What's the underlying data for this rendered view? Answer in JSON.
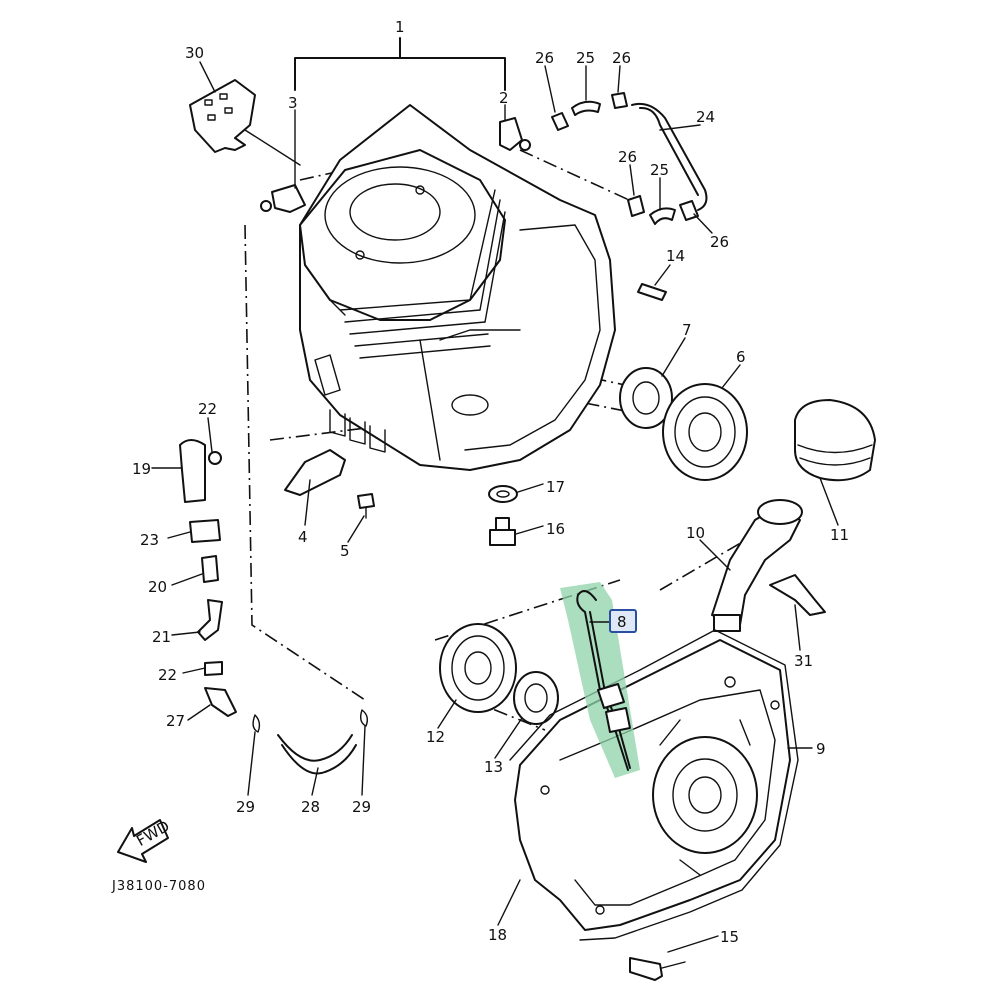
{
  "diagram": {
    "drawing_code": "J38100-7080",
    "direction_label": "FWD",
    "highlighted_part": "8",
    "callouts": [
      "1",
      "2",
      "3",
      "4",
      "5",
      "6",
      "7",
      "8",
      "9",
      "10",
      "11",
      "12",
      "13",
      "14",
      "15",
      "16",
      "17",
      "18",
      "19",
      "20",
      "21",
      "22",
      "22",
      "23",
      "24",
      "25",
      "25",
      "26",
      "26",
      "26",
      "26",
      "27",
      "28",
      "29",
      "29",
      "30",
      "31"
    ]
  },
  "colors": {
    "line": "#111111",
    "highlight": "#8fd3a8",
    "selection_border": "#2a4fa0"
  }
}
